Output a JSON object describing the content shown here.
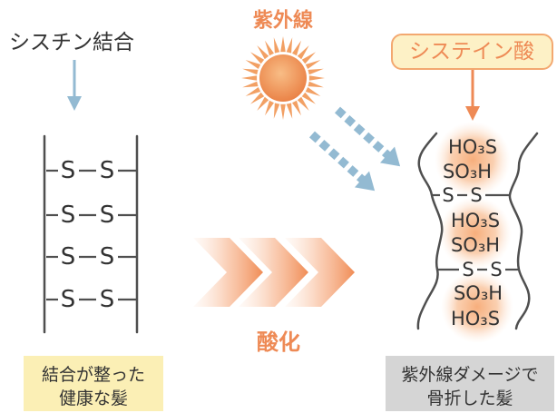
{
  "diagram": {
    "cystine": {
      "title": "シスチン結合",
      "bonds": [
        [
          "S",
          "S"
        ],
        [
          "S",
          "S"
        ],
        [
          "S",
          "S"
        ],
        [
          "S",
          "S"
        ]
      ],
      "caption": [
        "結合が整った",
        "健康な髪"
      ]
    },
    "uv": {
      "label": "紫外線",
      "icon": "sun-icon"
    },
    "oxidation": {
      "label": "酸化"
    },
    "cysteic_acid": {
      "label": "システイン酸",
      "pairs": [
        [
          "HO₃S",
          "SO₃H"
        ],
        [
          "HO₃S",
          "SO₃H"
        ],
        [
          "SO₃H",
          "HO₃S"
        ]
      ],
      "bonds": [
        [
          "S",
          "S"
        ],
        [
          "S",
          "S"
        ]
      ],
      "caption": [
        "紫外線ダメージで",
        "骨折した髪"
      ]
    },
    "colors": {
      "accent_orange": "#ee8a55",
      "arrow_blue": "#93bad2",
      "chain_gray": "#4f4f4f",
      "text_dark": "#333333",
      "healthy_box": "#fbefb5",
      "damaged_box": "#d5d5d5",
      "label_box_fill": "#fdf1c6",
      "label_box_border": "#f3a870",
      "sun_ray": "#f2a064"
    }
  }
}
